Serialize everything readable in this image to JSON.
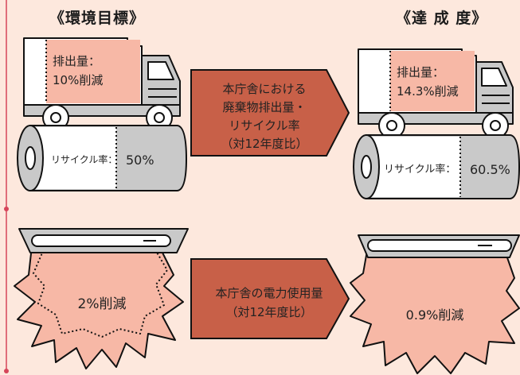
{
  "headings": {
    "target": "《環境目標》",
    "achieved": "《達 成 度》"
  },
  "waste": {
    "target": {
      "emission_label": "排出量：",
      "emission_value": "10%削減",
      "recycle_label": "リサイクル率：",
      "recycle_value": "50%"
    },
    "arrow": {
      "line1": "本庁舎における",
      "line2": "廃棄物排出量・",
      "line3": "リサイクル率",
      "line4": "（対12年度比）"
    },
    "achieved": {
      "emission_label": "排出量：",
      "emission_value": "14.3%削減",
      "recycle_label": "リサイクル率：",
      "recycle_value": "60.5%"
    }
  },
  "electricity": {
    "target": {
      "value": "2%削減"
    },
    "arrow": {
      "line1": "本庁舎の電力使用量",
      "line2": "（対12年度比）"
    },
    "achieved": {
      "value": "0.9%削減"
    }
  },
  "colors": {
    "background": "#fde8dd",
    "salmon": "#f7b8a6",
    "arrow": "#c86048",
    "grey": "#c9c9c9",
    "frame_line": "#d6455a"
  }
}
